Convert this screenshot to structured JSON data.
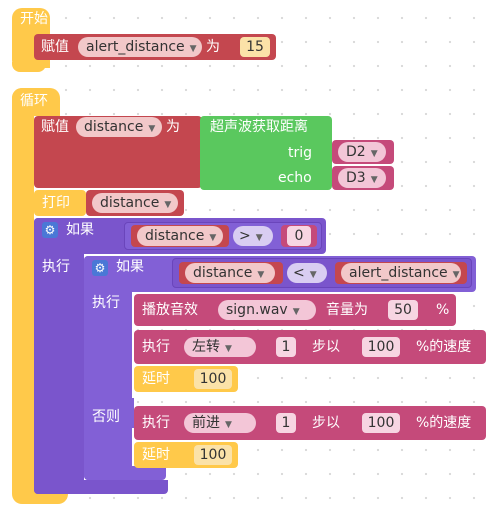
{
  "start_block": {
    "hat_label": "开始",
    "assign_label": "赋值",
    "assign_var": "alert_distance",
    "assign_to": "为",
    "assign_value": "15"
  },
  "loop_block": {
    "hat_label": "循环",
    "assign_label": "赋值",
    "assign_var": "distance",
    "assign_to": "为",
    "sensor_label": "超声波获取距离",
    "trig_label": "trig",
    "trig_pin": "D2",
    "echo_label": "echo",
    "echo_pin": "D3",
    "print_label": "打印",
    "print_var": "distance",
    "if_label": "如果",
    "if_left": "distance",
    "if_op": ">",
    "if_right": "0",
    "do_label": "执行",
    "inner_if_label": "如果",
    "inner_left": "distance",
    "inner_op": "<",
    "inner_right": "alert_distance",
    "inner_do_label": "执行",
    "play_label": "播放音效",
    "sound_file": "sign.wav",
    "volume_label": "音量为",
    "volume_value": "50",
    "volume_unit": "%",
    "exec1_label": "执行",
    "exec1_action": "左转",
    "exec1_steps": "1",
    "exec1_step_label": "步以",
    "exec1_speed": "100",
    "exec1_speed_label": "%的速度",
    "delay1_label": "延时",
    "delay1_value": "100",
    "else_label": "否则",
    "exec2_label": "执行",
    "exec2_action": "前进",
    "exec2_steps": "1",
    "exec2_step_label": "步以",
    "exec2_speed": "100",
    "exec2_speed_label": "%的速度",
    "delay2_label": "延时",
    "delay2_value": "100"
  },
  "icons": {
    "dropdown": "dropdown-arrow-icon",
    "gear": "gear-icon"
  },
  "colors": {
    "event_yellow": "#ffc94a",
    "variable_crimson": "#c4474f",
    "action_pink": "#c54a7a",
    "logic_purple": "#7a55cc",
    "sensor_green": "#5ac85e"
  }
}
